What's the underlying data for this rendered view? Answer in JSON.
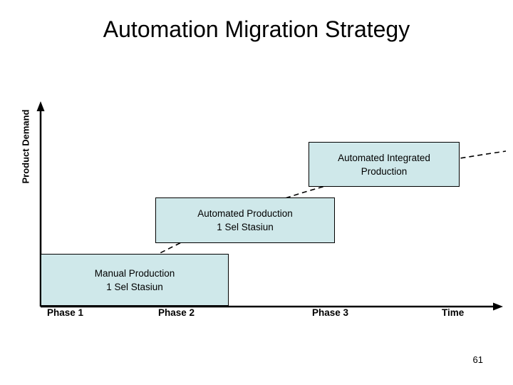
{
  "slide": {
    "title": "Automation Migration Strategy",
    "page_number": "61",
    "axis": {
      "y_label": "Product Demand",
      "x_label": "Time"
    },
    "steps": [
      {
        "name": "manual-production",
        "lines": [
          "Manual Production",
          "1 Sel Stasiun"
        ]
      },
      {
        "name": "automated-production",
        "lines": [
          "Automated Production",
          "1 Sel Stasiun"
        ]
      },
      {
        "name": "automated-integrated-production",
        "lines": [
          "Automated Integrated",
          "Production"
        ]
      }
    ],
    "phases": [
      {
        "label": "Phase 1"
      },
      {
        "label": "Phase 2"
      },
      {
        "label": "Phase 3"
      }
    ],
    "colors": {
      "box_fill": "#cfe8ea",
      "box_border": "#000000",
      "axis": "#000000",
      "trend_line": "#000000"
    }
  }
}
